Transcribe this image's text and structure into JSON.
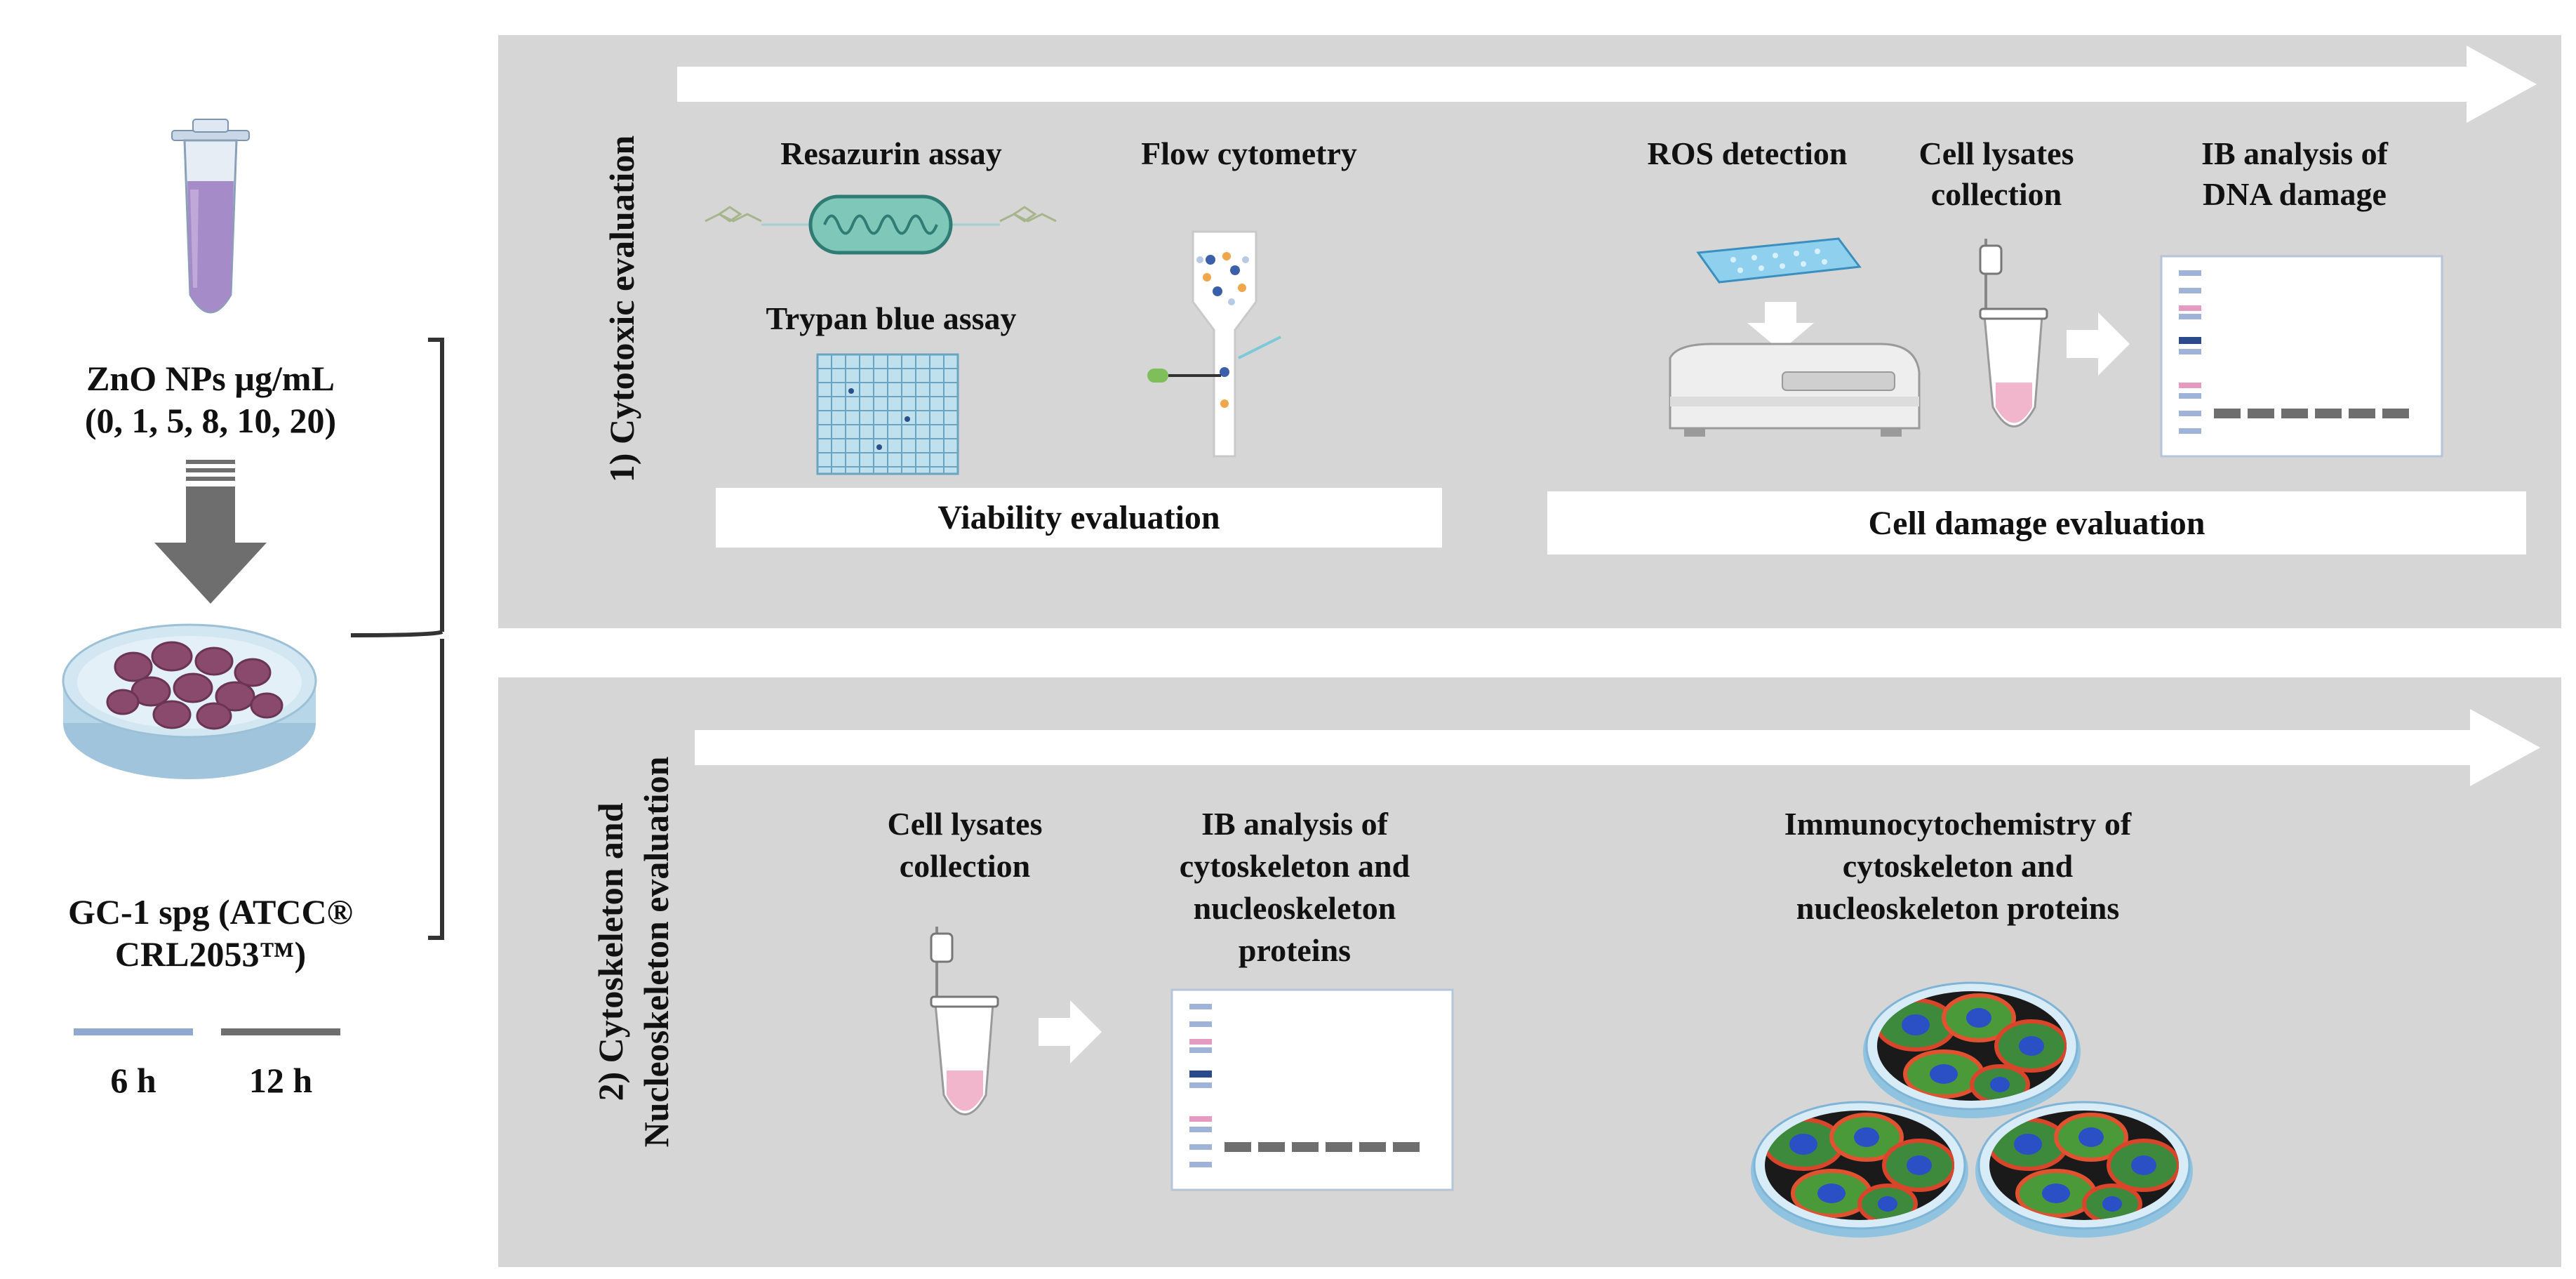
{
  "left": {
    "treatment_label": "ZnO NPs µg/mL",
    "concentrations": "(0, 1, 5, 8, 10, 20)",
    "cell_line_line1": "GC-1 spg (ATCC®",
    "cell_line_line2": "CRL2053™)",
    "legend": [
      {
        "label": "6 h",
        "color": "#8fa8cf"
      },
      {
        "label": "12 h",
        "color": "#6e6e6e"
      }
    ]
  },
  "panel1": {
    "title": "1) Cytotoxic evaluation",
    "resazurin": "Resazurin assay",
    "flow": "Flow cytometry",
    "trypan": "Trypan blue assay",
    "viability": "Viability evaluation",
    "ros": "ROS detection",
    "lysates_line1": "Cell lysates",
    "lysates_line2": "collection",
    "ib_line1": "IB analysis of",
    "ib_line2": "DNA damage",
    "damage": "Cell damage evaluation"
  },
  "panel2": {
    "title_line1": "2) Cytoskeleton and",
    "title_line2": "Nucleoskeleton evaluation",
    "lysates_line1": "Cell lysates",
    "lysates_line2": "collection",
    "ib_line1": "IB analysis of",
    "ib_line2": "cytoskeleton and",
    "ib_line3": "nucleoskeleton",
    "ib_line4": "proteins",
    "icc_line1": "Immunocytochemistry of",
    "icc_line2": "cytoskeleton and",
    "icc_line3": "nucleoskeleton proteins"
  },
  "colors": {
    "panel_bg": "#d6d6d6",
    "band_light_blue": "#9fb3d8",
    "band_pink": "#e59ac2",
    "band_dark_blue": "#2a4a8c",
    "band_gray": "#6e6e6e",
    "tube_liquid_purple": "#a58bc7",
    "tube_liquid_pink": "#f2b6cc",
    "cells": "#8a4a6e"
  }
}
